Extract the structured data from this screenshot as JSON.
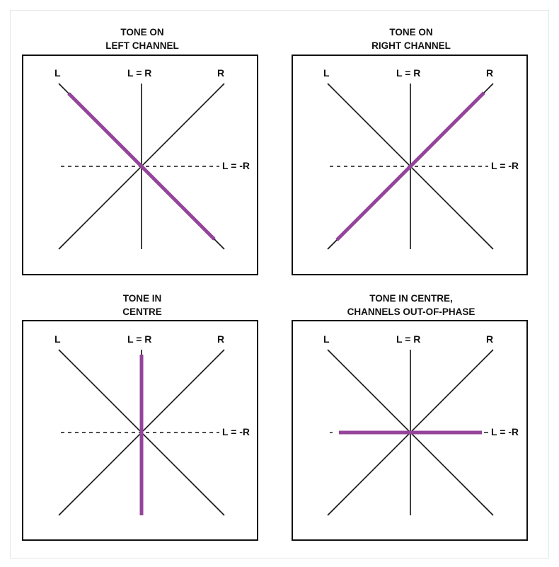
{
  "panels": [
    {
      "title": "TONE ON\nLEFT CHANNEL",
      "trace": "left",
      "labels": {
        "left": "L",
        "mono": "L = R",
        "right": "R",
        "antiphase": "L = -R"
      }
    },
    {
      "title": "TONE ON\nRIGHT CHANNEL",
      "trace": "right",
      "labels": {
        "left": "L",
        "mono": "L = R",
        "right": "R",
        "antiphase": "L = -R"
      }
    },
    {
      "title": "TONE IN\nCENTRE",
      "trace": "centre",
      "labels": {
        "left": "L",
        "mono": "L = R",
        "right": "R",
        "antiphase": "L = -R"
      }
    },
    {
      "title": "TONE IN CENTRE,\nCHANNELS OUT-OF-PHASE",
      "trace": "out-of-phase",
      "labels": {
        "left": "L",
        "mono": "L = R",
        "right": "R",
        "antiphase": "L = -R"
      }
    }
  ],
  "colors": {
    "trace": "#94449a",
    "axis": "#111111"
  }
}
